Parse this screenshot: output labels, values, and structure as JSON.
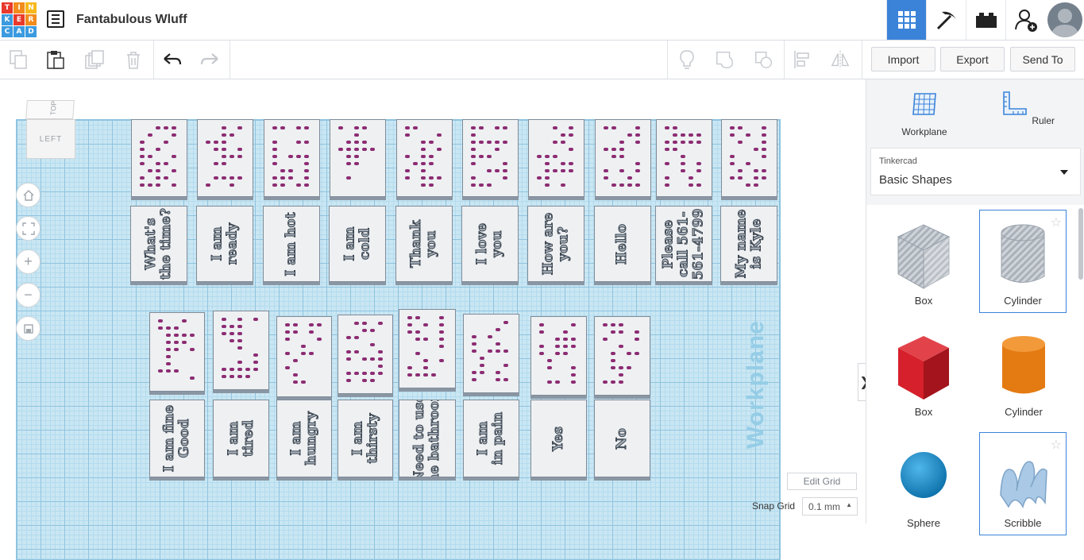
{
  "app": {
    "logo_letters": [
      "T",
      "I",
      "N",
      "K",
      "E",
      "R",
      "C",
      "A",
      "D"
    ],
    "logo_colors": [
      "#e8392c",
      "#f28b1d",
      "#f6b81b",
      "#3b9be0",
      "#e8392c",
      "#f28b1d",
      "#3b9be0",
      "#3b9be0",
      "#3b9be0"
    ],
    "project_title": "Fantabulous Wluff"
  },
  "nav": {
    "items": [
      {
        "name": "3d-design",
        "icon": "grid-icon",
        "active": true
      },
      {
        "name": "circuits",
        "icon": "pickaxe-icon"
      },
      {
        "name": "codeblocks",
        "icon": "brick-icon"
      },
      {
        "name": "account",
        "icon": "add-user-icon"
      }
    ]
  },
  "toolbar": {
    "import": "Import",
    "export": "Export",
    "send_to": "Send To"
  },
  "viewcube": {
    "top": "TOP",
    "left": "LEFT"
  },
  "workplane": {
    "label": "Workplane"
  },
  "cards": {
    "row1_text": [
      "What's\nthe time?",
      "I am\nready",
      "I am hot",
      "I am\ncold",
      "Thank\nyou",
      "I love\nyou",
      "How are\nyou?",
      "Hello",
      "Please\ncall 561-\n561-4799",
      "My name\nis Kyle"
    ],
    "row2_text": [
      "I am fine\nGood",
      "I am\ntired",
      "I am\nhungry",
      "I am\nthirsty",
      "Need to use\nthe bathroom",
      "I am\nin pain",
      "Yes",
      "No"
    ]
  },
  "bottom": {
    "edit_grid": "Edit Grid",
    "snap_grid_label": "Snap Grid",
    "snap_grid_value": "0.1 mm"
  },
  "panel": {
    "workplane": "Workplane",
    "ruler": "Ruler",
    "library_category": "Tinkercad",
    "library_value": "Basic Shapes",
    "shapes": [
      {
        "name": "Box",
        "style": "hole"
      },
      {
        "name": "Cylinder",
        "style": "hole"
      },
      {
        "name": "Box",
        "style": "solid",
        "color": "#d6202b"
      },
      {
        "name": "Cylinder",
        "style": "solid",
        "color": "#e47a12"
      },
      {
        "name": "Sphere",
        "style": "solid",
        "color": "#1a8fd1"
      },
      {
        "name": "Scribble",
        "style": "solid",
        "color": "#a9c9e6"
      }
    ]
  }
}
